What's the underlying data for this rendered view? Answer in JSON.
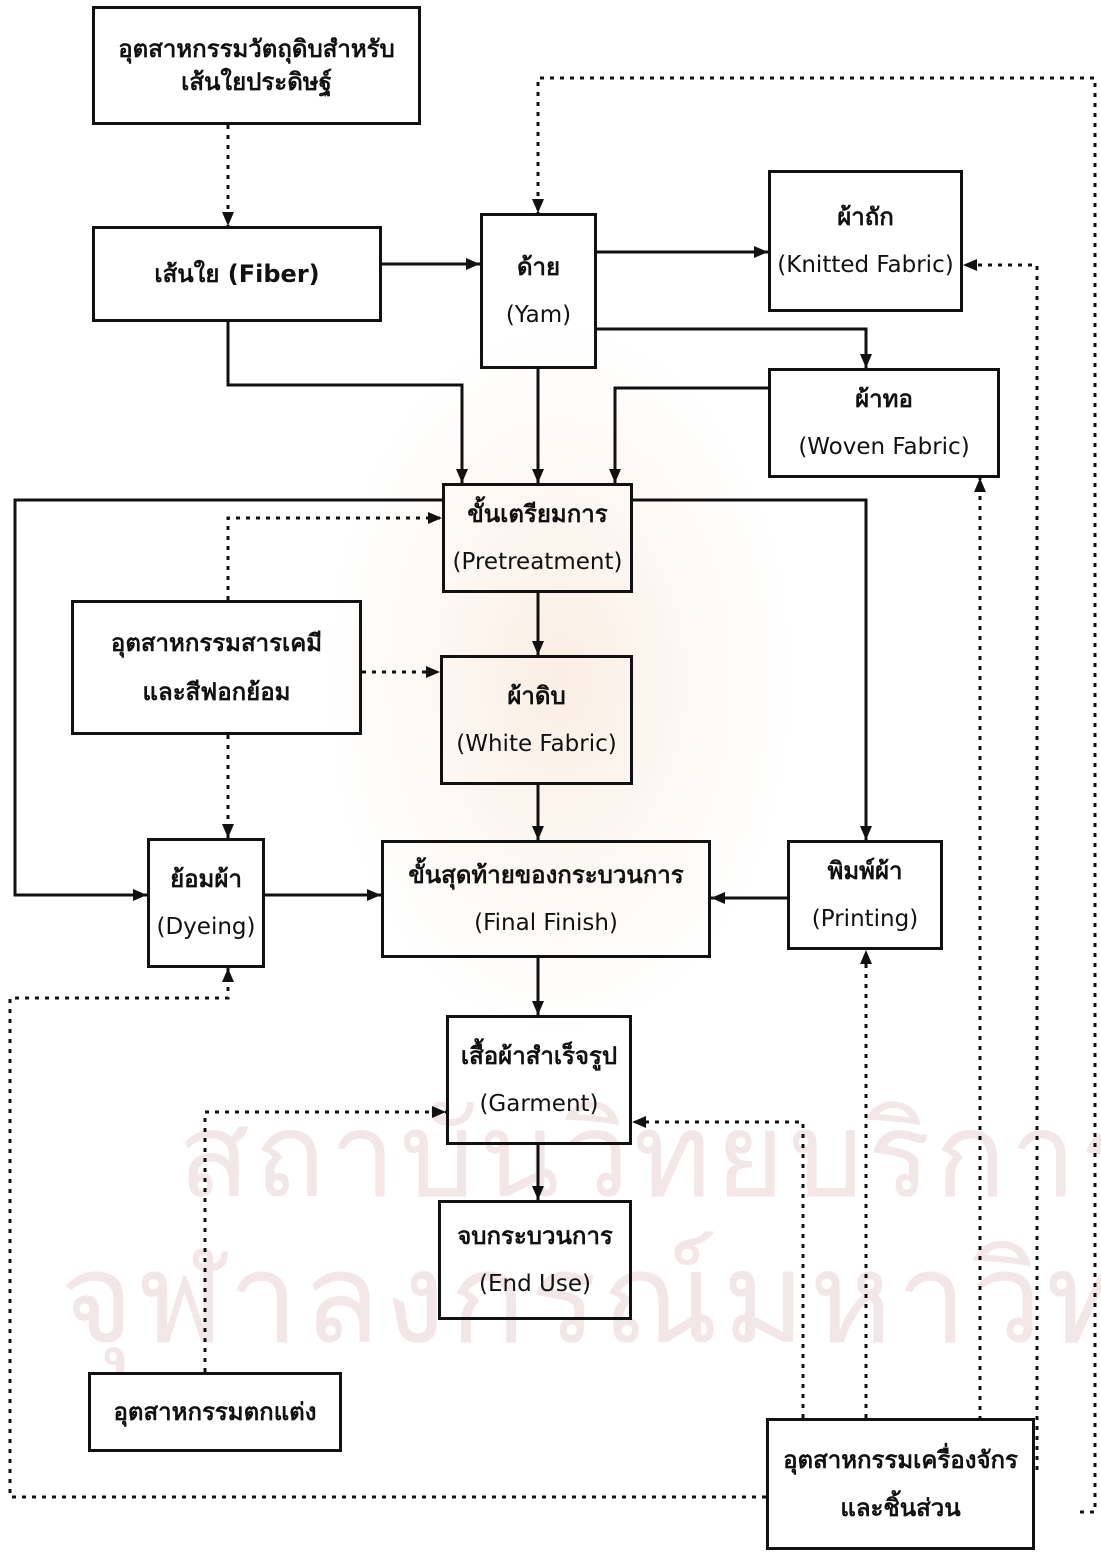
{
  "nodes": {
    "raw_material_industry": {
      "line1": "อุตสาหกรรมวัตถุดิบสำหรับ",
      "line2": "เส้นใยประดิษฐ์"
    },
    "fiber": {
      "line1": "เส้นใย (Fiber)"
    },
    "yarn": {
      "line1": "ด้าย",
      "line2": "(Yam)"
    },
    "knitted_fabric": {
      "line1": "ผ้าถัก",
      "line2": "(Knitted Fabric)"
    },
    "woven_fabric": {
      "line1": "ผ้าทอ",
      "line2": "(Woven Fabric)"
    },
    "pretreatment": {
      "line1": "ขั้นเตรียมการ",
      "line2": "(Pretreatment)"
    },
    "chemical_industry": {
      "line1": "อุตสาหกรรมสารเคมี",
      "line2": "และสีฟอกย้อม"
    },
    "white_fabric": {
      "line1": "ผ้าดิบ",
      "line2": "(White Fabric)"
    },
    "dyeing": {
      "line1": "ย้อมผ้า",
      "line2": "(Dyeing)"
    },
    "final_finish": {
      "line1": "ขั้นสุดท้ายของกระบวนการ",
      "line2": "(Final Finish)"
    },
    "printing": {
      "line1": "พิมพ์ผ้า",
      "line2": "(Printing)"
    },
    "garment": {
      "line1": "เสื้อผ้าสำเร็จรูป",
      "line2": "(Garment)"
    },
    "end_use": {
      "line1": "จบกระบวนการ",
      "line2": "(End Use)"
    },
    "decoration_industry": {
      "line1": "อุตสาหกรรมตกแต่ง"
    },
    "machinery_industry": {
      "line1": "อุตสาหกรรมเครื่องจักร",
      "line2": "และชิ้นส่วน"
    }
  },
  "watermark": {
    "line1": "สถาบันวิทยบริการ",
    "line2": "จุฬาลงกรณ์มหาวิทยาลัย"
  },
  "colors": {
    "line": "#111111",
    "watermark_text": "#f3e6e6"
  }
}
